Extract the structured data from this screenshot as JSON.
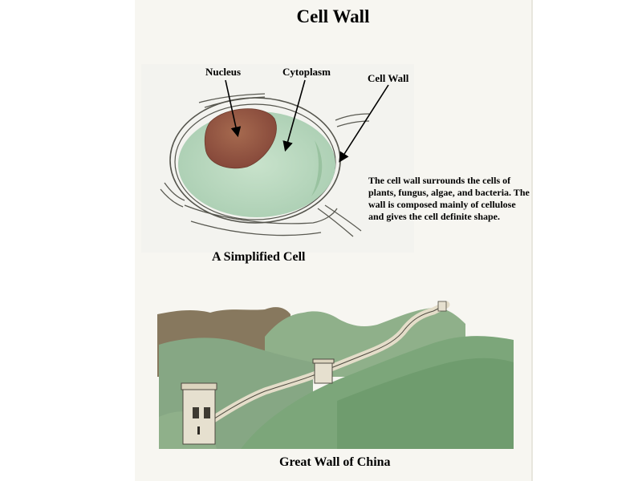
{
  "title": "Cell Wall",
  "cell_diagram": {
    "labels": {
      "nucleus": "Nucleus",
      "cytoplasm": "Cytoplasm",
      "cell_wall": "Cell Wall"
    },
    "description": "The cell wall surrounds the cells of plants, fungus, algae, and bacteria. The wall is composed mainly of cellulose and gives the cell definite shape.",
    "caption": "A Simplified Cell"
  },
  "landscape": {
    "caption": "Great Wall of China"
  },
  "colors": {
    "cytoplasm": "#bcd9c1",
    "nucleus": "#9a5a42",
    "hills": "#7fa67c",
    "dark_hills": "#7a6a4e",
    "wall": "#e4ddc9"
  }
}
